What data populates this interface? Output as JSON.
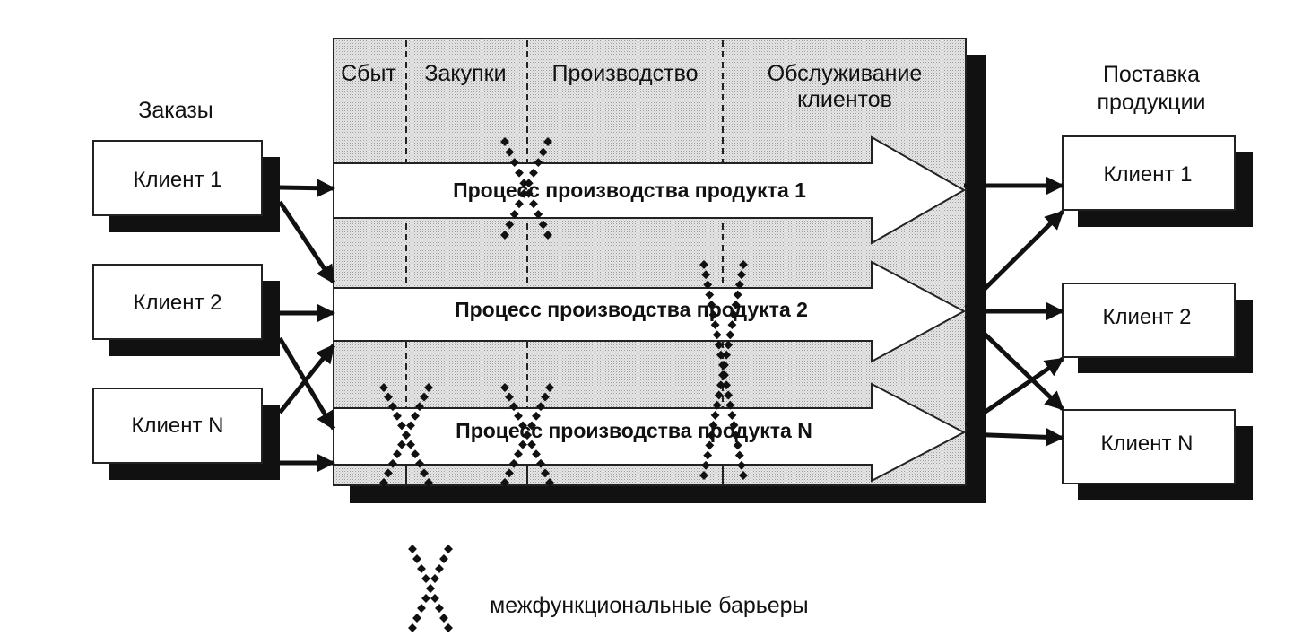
{
  "orders_label": "Заказы",
  "delivery_label": "Поставка продукции",
  "functions": [
    "Сбыт",
    "Закупки",
    "Производство",
    "Обслуживание клиентов"
  ],
  "clients_left": [
    "Клиент 1",
    "Клиент 2",
    "Клиент N"
  ],
  "clients_right": [
    "Клиент 1",
    "Клиент 2",
    "Клиент N"
  ],
  "processes": [
    "Процесс производства продукта 1",
    "Процесс производства продукта 2",
    "Процесс производства продукта N"
  ],
  "legend_label": "межфункциональные барьеры"
}
